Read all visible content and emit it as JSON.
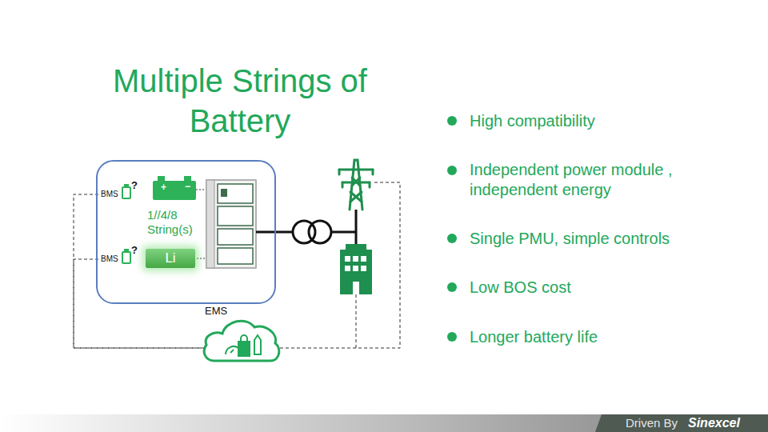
{
  "diagram": {
    "title": "Multiple Strings of Battery",
    "nodes": [
      {
        "text": [
          "1//4/8 String(s)"
        ]
      },
      {
        "text": [
          "BMS"
        ],
        "in": 0
      },
      {
        "text": [
          "BMS"
        ],
        "in": 0
      },
      {
        "text": [
          "Li"
        ],
        "in": 0
      },
      {
        "text": [
          "EMS"
        ]
      }
    ],
    "edges": [
      {
        "from": 1,
        "to": 4,
        "arrow": "none"
      },
      {
        "from": 2,
        "to": 4,
        "arrow": "none"
      }
    ],
    "labels": [
      "+",
      "−",
      "?",
      "?",
      "High compatibility",
      "Independent power module , independent energy",
      "Single PMU, simple controls",
      "Low BOS cost",
      "Longer battery life",
      "Driven By",
      "Sinexcel"
    ]
  }
}
